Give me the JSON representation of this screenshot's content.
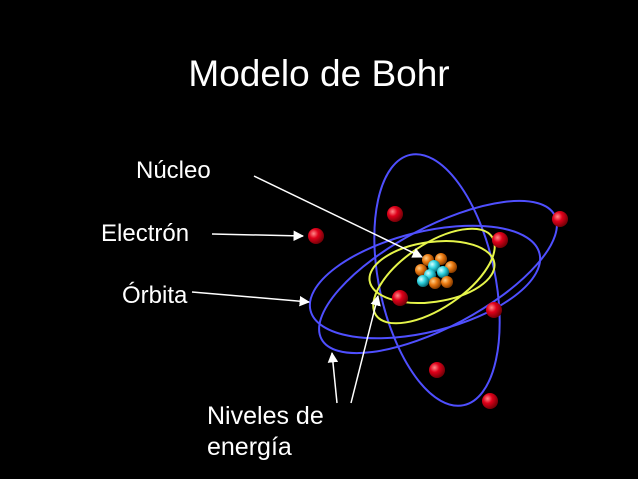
{
  "slide": {
    "title": "Modelo de Bohr",
    "labels": {
      "nucleus": "Núcleo",
      "electron": "Electrón",
      "orbit": "Órbita",
      "energy_levels_line1": "Niveles de",
      "energy_levels_line2": "energía"
    }
  },
  "colors": {
    "background": "#000000",
    "text": "#ffffff",
    "outer_orbit": "#4f4fff",
    "inner_orbit": "#e6f54a",
    "electron": "#e0001a",
    "proton": "#e9780f",
    "neutron": "#2fd3e0",
    "pointer_line": "#ffffff"
  },
  "icons": {
    "electron": "red-sphere",
    "proton": "orange-sphere",
    "neutron": "cyan-sphere"
  }
}
